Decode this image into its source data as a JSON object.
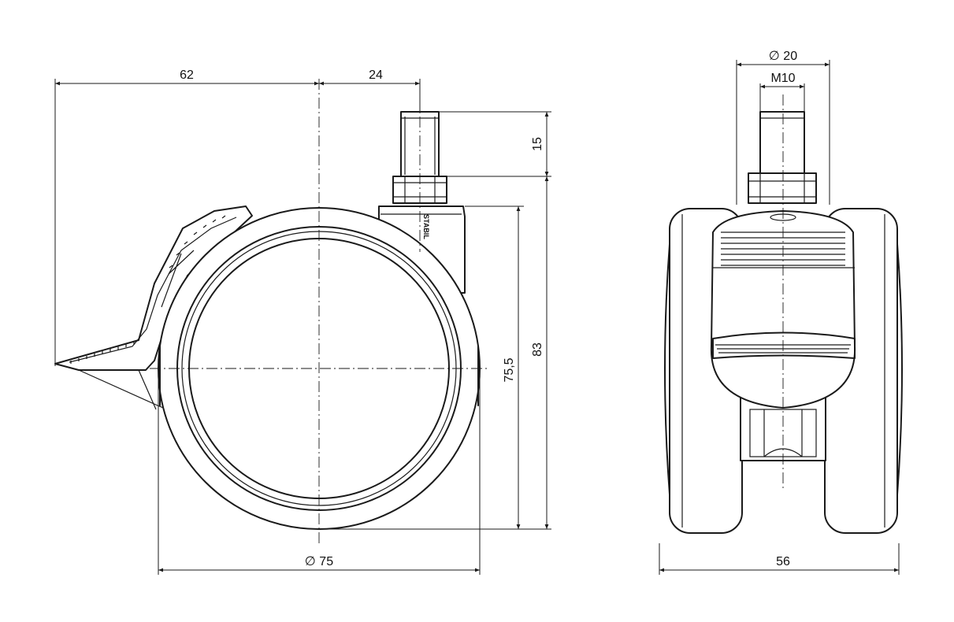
{
  "dimensions": {
    "overall_width_front": "62",
    "offset_to_stem": "24",
    "stem_length": "15",
    "overall_height": "83",
    "wheel_height": "75,5",
    "wheel_diameter": "∅ 75",
    "collar_diameter": "∅ 20",
    "thread": "M10",
    "overall_width_side": "56"
  },
  "housing_logo": "STABIL"
}
